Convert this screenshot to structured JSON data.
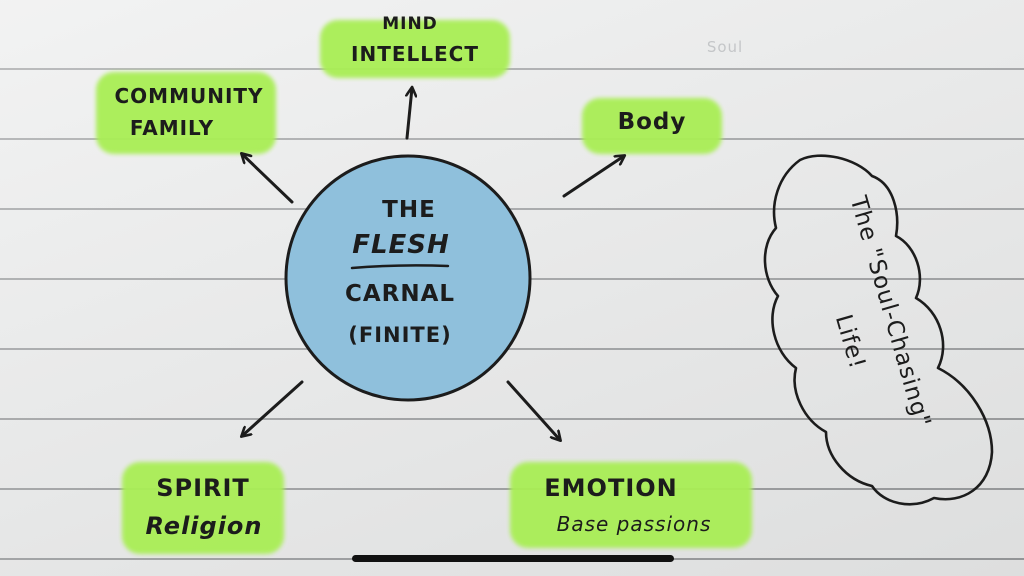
{
  "center": {
    "line1": "THE",
    "line2": "FLESH",
    "line3": "CARNAL",
    "line4": "(FINITE)",
    "fill": "#8fc0dc"
  },
  "nodes": {
    "mind": {
      "line1": "MIND",
      "line2": "INTELLECT"
    },
    "community": {
      "line1": "COMMUNITY",
      "line2": "FAMILY"
    },
    "body": {
      "line1": "Body"
    },
    "spirit": {
      "line1": "SPIRIT",
      "line2": "Religion"
    },
    "emotion": {
      "line1": "EMOTION",
      "line2": "Base passions"
    }
  },
  "cloud": {
    "line1": "The \"Soul-Chasing\"",
    "line2": "Life!"
  },
  "faint_note": "Soul",
  "colors": {
    "highlight": "#a9ee55",
    "ink": "#1c1c1c",
    "circle": "#8fc0dc"
  }
}
